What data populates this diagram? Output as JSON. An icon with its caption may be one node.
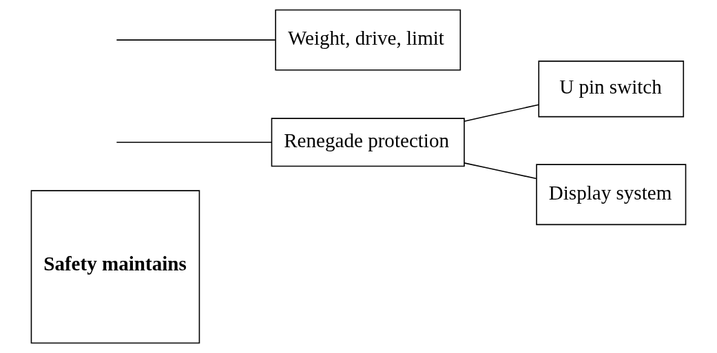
{
  "diagram": {
    "nodes": [
      {
        "text": [
          "Safety maintains"
        ]
      },
      {
        "text": [
          "Renegade protection"
        ]
      },
      {
        "text": [
          "Weight, drive, limit"
        ]
      },
      {
        "text": [
          "U pin switch"
        ]
      },
      {
        "text": [
          "Display system"
        ]
      }
    ],
    "edges": [
      {
        "from": null,
        "to": 1,
        "arrow": "none"
      },
      {
        "from": null,
        "to": 2,
        "arrow": "none"
      },
      {
        "from": 1,
        "to": 3,
        "arrow": "none"
      },
      {
        "from": 1,
        "to": 4,
        "arrow": "none"
      }
    ]
  }
}
